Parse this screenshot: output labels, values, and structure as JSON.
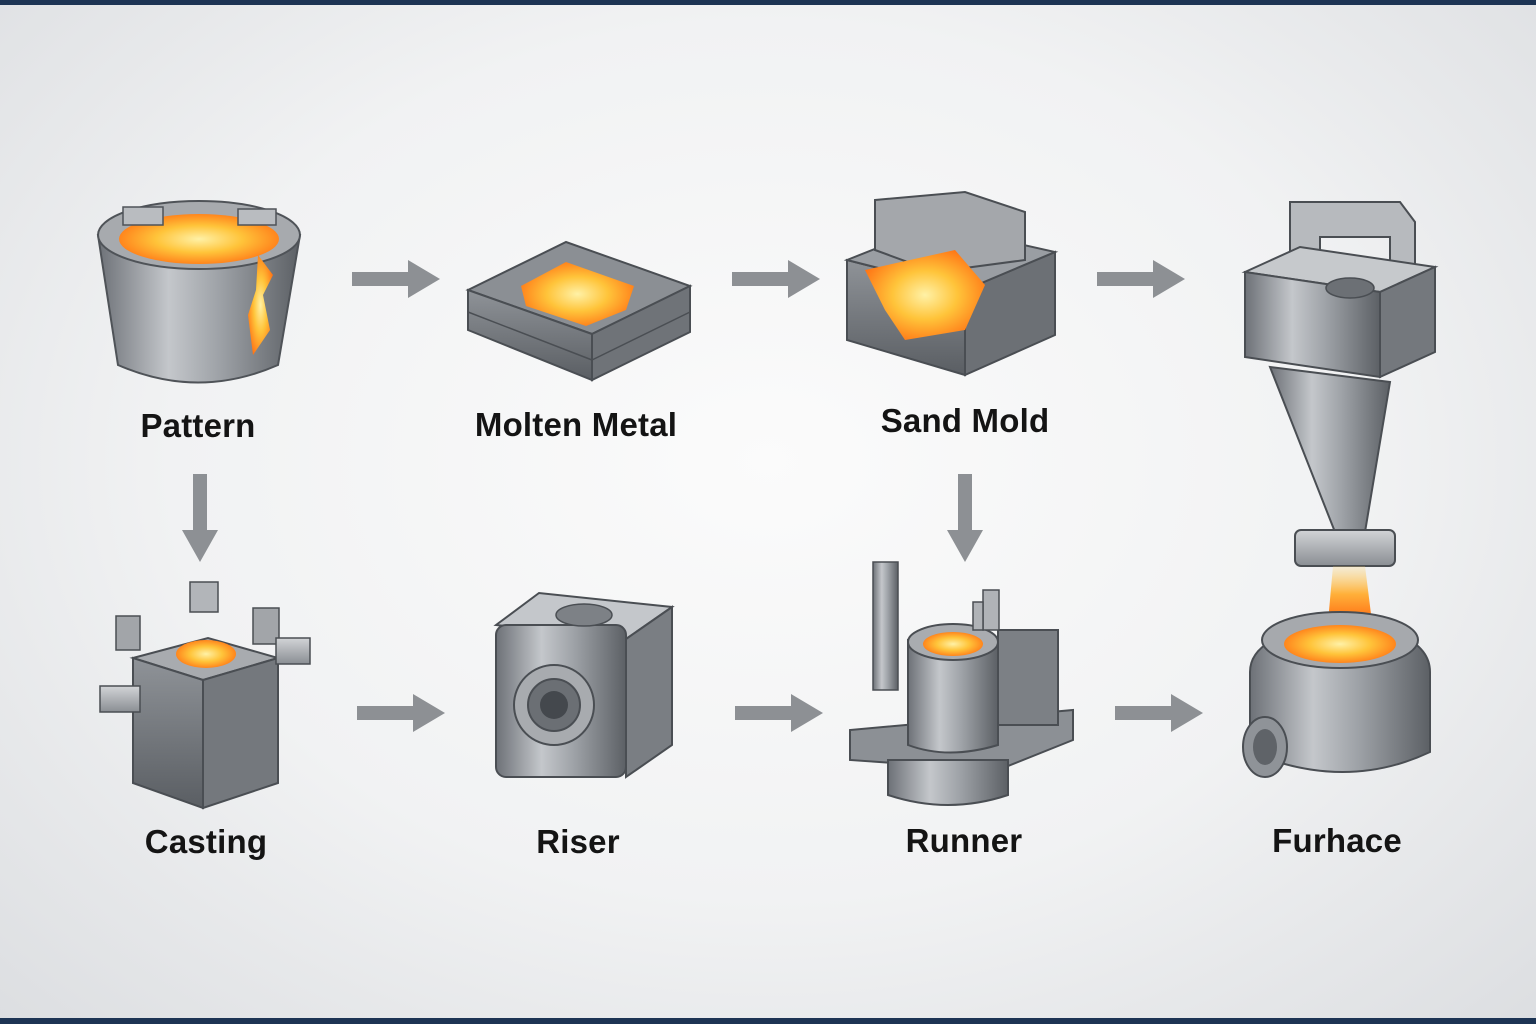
{
  "nodes": [
    {
      "id": "pattern",
      "label": "Pattern",
      "icon": "crucible-cutaway-icon"
    },
    {
      "id": "molten-metal",
      "label": "Molten Metal",
      "icon": "mold-slab-icon"
    },
    {
      "id": "sand-mold",
      "label": "Sand Mold",
      "icon": "sand-mold-block-icon"
    },
    {
      "id": "casting",
      "label": "Casting",
      "icon": "cast-block-icon"
    },
    {
      "id": "riser",
      "label": "Riser",
      "icon": "riser-cube-icon"
    },
    {
      "id": "runner",
      "label": "Runner",
      "icon": "runner-housing-icon"
    },
    {
      "id": "furnace",
      "label": "Furhace",
      "icon": "furnace-tower-icon"
    }
  ],
  "edges": [
    {
      "from": "pattern",
      "to": "molten-metal"
    },
    {
      "from": "molten-metal",
      "to": "sand-mold"
    },
    {
      "from": "sand-mold",
      "to": "furnace"
    },
    {
      "from": "pattern",
      "to": "casting"
    },
    {
      "from": "sand-mold",
      "to": "runner"
    },
    {
      "from": "casting",
      "to": "riser"
    },
    {
      "from": "riser",
      "to": "runner"
    },
    {
      "from": "runner",
      "to": "furnace"
    }
  ],
  "colors": {
    "metal_light": "#c9ccd0",
    "metal_mid": "#9a9ea3",
    "metal_dark": "#5f6368",
    "molten_core": "#ffe27a",
    "molten_edge": "#ff7a12",
    "arrow": "#8d9094",
    "frame": "#1d3454"
  }
}
